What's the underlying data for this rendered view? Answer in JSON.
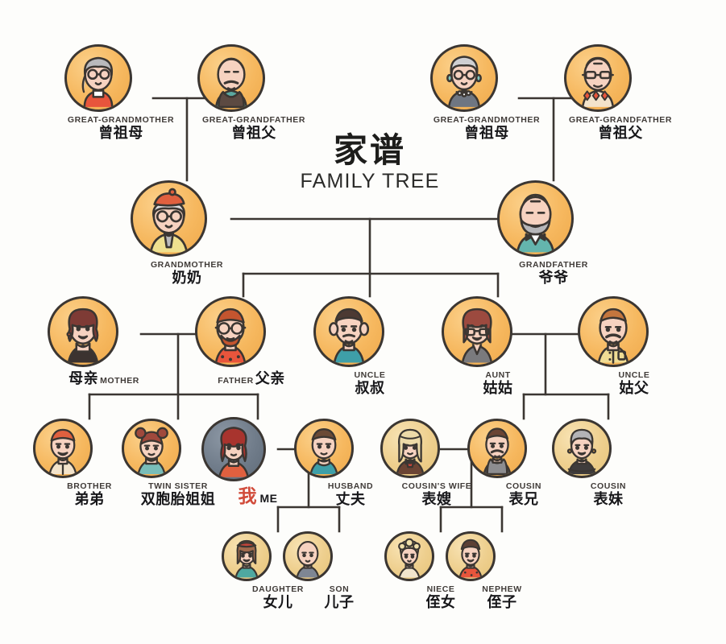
{
  "title": {
    "cn": "家谱",
    "en": "FAMILY TREE"
  },
  "colors": {
    "avatar_orange": "#f2ab4e",
    "avatar_gray": "#6b7785",
    "avatar_pale": "#e9c97f",
    "line": "#3b3632",
    "text_dark": "#17171a",
    "me_accent": "#d14b3a",
    "background": "#fdfdfb"
  },
  "generations": [
    {
      "id": "great-grandparents",
      "people": [
        {
          "id": "great-grandmother-maternal",
          "en": "GREAT-GRANDMOTHER",
          "cn": "曾祖母",
          "layout": "stacked",
          "avatar": "orange",
          "icon": "elderly-woman-glasses-red-blouse-avatar"
        },
        {
          "id": "great-grandfather-maternal",
          "en": "GREAT-GRANDFATHER",
          "cn": "曾祖父",
          "layout": "stacked",
          "avatar": "orange",
          "icon": "elderly-man-mustache-vest-avatar"
        },
        {
          "id": "great-grandmother-paternal",
          "en": "GREAT-GRANDMOTHER",
          "cn": "曾祖母",
          "layout": "stacked",
          "avatar": "orange",
          "icon": "elderly-woman-pearls-glasses-avatar"
        },
        {
          "id": "great-grandfather-paternal",
          "en": "GREAT-GRANDFATHER",
          "cn": "曾祖父",
          "layout": "stacked",
          "avatar": "orange",
          "icon": "elderly-man-glasses-patterned-sweater-avatar"
        }
      ]
    },
    {
      "id": "grandparents",
      "people": [
        {
          "id": "grandmother",
          "en": "GRANDMOTHER",
          "cn": "奶奶",
          "layout": "stacked",
          "avatar": "orange",
          "icon": "grandmother-beret-glasses-avatar"
        },
        {
          "id": "grandfather",
          "en": "GRANDFATHER",
          "cn": "爷爷",
          "layout": "stacked",
          "avatar": "orange",
          "icon": "grandfather-beard-bowtie-avatar"
        }
      ]
    },
    {
      "id": "parents",
      "people": [
        {
          "id": "mother",
          "en": "MOTHER",
          "cn": "母亲",
          "layout": "cn-first-inline",
          "avatar": "orange",
          "icon": "mother-wavy-hair-avatar"
        },
        {
          "id": "father",
          "en": "FATHER",
          "cn": "父亲",
          "layout": "en-first-inline",
          "avatar": "orange",
          "icon": "father-glasses-beard-avatar"
        },
        {
          "id": "uncle-paternal",
          "en": "UNCLE",
          "cn": "叔叔",
          "layout": "stacked",
          "avatar": "orange",
          "icon": "uncle-teal-shirt-avatar"
        },
        {
          "id": "aunt",
          "en": "AUNT",
          "cn": "姑姑",
          "layout": "stacked",
          "avatar": "orange",
          "icon": "aunt-glasses-bob-avatar"
        },
        {
          "id": "uncle-in-law",
          "en": "UNCLE",
          "cn": "姑父",
          "layout": "stacked",
          "avatar": "orange",
          "icon": "uncle-mustache-yellow-shirt-avatar"
        }
      ]
    },
    {
      "id": "ego",
      "people": [
        {
          "id": "brother",
          "en": "BROTHER",
          "cn": "弟弟",
          "layout": "stacked",
          "avatar": "orange",
          "icon": "brother-short-hair-avatar"
        },
        {
          "id": "twin-sister",
          "en": "TWIN SISTER",
          "cn": "双胞胎姐姐",
          "layout": "stacked",
          "avatar": "orange",
          "icon": "twin-sister-buns-avatar"
        },
        {
          "id": "me",
          "en": "ME",
          "cn": "我",
          "layout": "me-inline",
          "avatar": "gray",
          "icon": "me-curly-red-hair-avatar"
        },
        {
          "id": "husband",
          "en": "HUSBAND",
          "cn": "丈夫",
          "layout": "stacked",
          "avatar": "orange",
          "icon": "husband-teal-sweater-avatar"
        },
        {
          "id": "cousins-wife",
          "en": "COUSIN'S WIFE",
          "cn": "表嫂",
          "layout": "stacked",
          "avatar": "pale",
          "icon": "cousins-wife-long-blonde-hair-avatar"
        },
        {
          "id": "cousin-male",
          "en": "COUSIN",
          "cn": "表兄",
          "layout": "stacked",
          "avatar": "orange",
          "icon": "cousin-male-mustache-avatar"
        },
        {
          "id": "cousin-female",
          "en": "COUSIN",
          "cn": "表妹",
          "layout": "stacked",
          "avatar": "pale",
          "icon": "cousin-female-earrings-avatar"
        }
      ]
    },
    {
      "id": "children",
      "people": [
        {
          "id": "daughter",
          "en": "DAUGHTER",
          "cn": "女儿",
          "layout": "stacked",
          "avatar": "pale",
          "icon": "daughter-red-headband-avatar"
        },
        {
          "id": "son",
          "en": "SON",
          "cn": "儿子",
          "layout": "stacked",
          "avatar": "pale",
          "icon": "son-bald-toddler-avatar"
        },
        {
          "id": "niece",
          "en": "NIECE",
          "cn": "侄女",
          "layout": "stacked",
          "avatar": "pale",
          "icon": "niece-curly-hair-avatar"
        },
        {
          "id": "nephew",
          "en": "NEPHEW",
          "cn": "侄子",
          "layout": "stacked",
          "avatar": "pale",
          "icon": "nephew-brown-cap-avatar"
        }
      ]
    }
  ]
}
